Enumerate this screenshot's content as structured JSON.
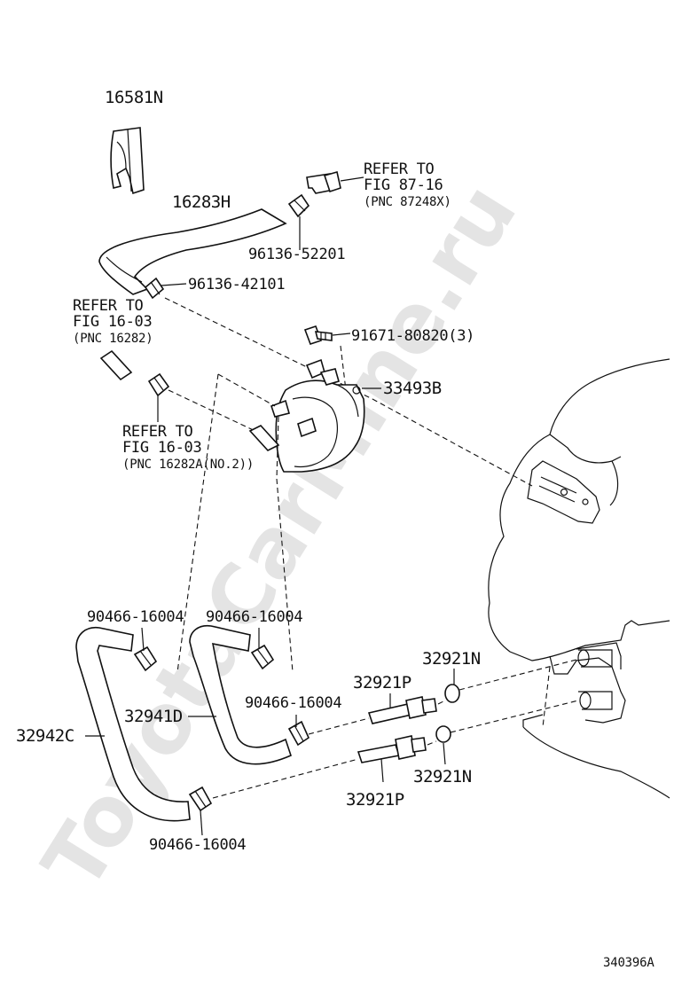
{
  "watermark": "ToyotaCarMine.ru",
  "figure_id": "340396A",
  "labels": {
    "p16581N": "16581N",
    "p16283H": "16283H",
    "p96136_52201": "96136-52201",
    "p96136_42101": "96136-42101",
    "ref87_1": "REFER TO",
    "ref87_2": "FIG 87-16",
    "ref87_3": "(PNC 87248X)",
    "ref16a_1": "REFER TO",
    "ref16a_2": "FIG 16-03",
    "ref16a_3": "(PNC 16282)",
    "p91671": "91671-80820(3)",
    "p33493B": "33493B",
    "ref16b_1": "REFER TO",
    "ref16b_2": "FIG 16-03",
    "ref16b_3": "(PNC 16282A(NO.2))",
    "p90466_a": "90466-16004",
    "p90466_b": "90466-16004",
    "p90466_c": "90466-16004",
    "p90466_d": "90466-16004",
    "p32921N_a": "32921N",
    "p32921N_b": "32921N",
    "p32921P_a": "32921P",
    "p32921P_b": "32921P",
    "p32941D": "32941D",
    "p32942C": "32942C"
  }
}
